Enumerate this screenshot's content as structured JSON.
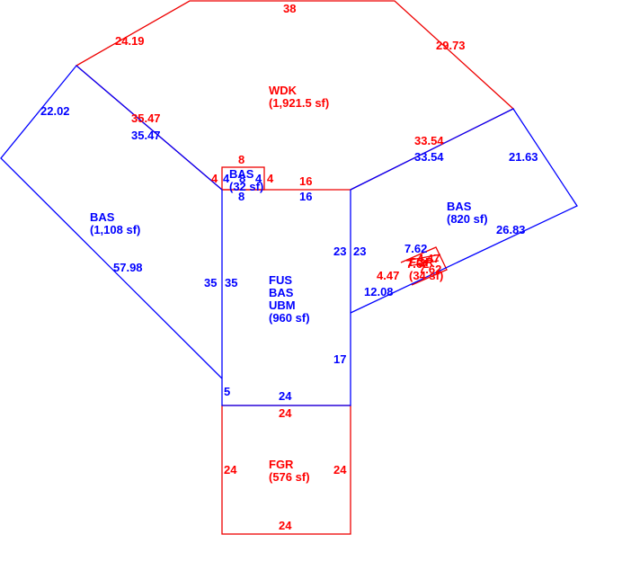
{
  "colors": {
    "primary": "#ff0000",
    "secondary": "#0000ff"
  },
  "areas": {
    "wdk": {
      "code": "WDK",
      "area": "(1,921.5 sf)"
    },
    "bas_left": {
      "code": "BAS",
      "area": "(1,108 sf)"
    },
    "bas_small": {
      "code": "BAS",
      "area": "(32 sf)"
    },
    "main": {
      "code1": "FUS",
      "code2": "BAS",
      "code3": "UBM",
      "area": "(960 sf)"
    },
    "bas_right": {
      "code": "BAS",
      "area": "(820 sf)"
    },
    "bay": {
      "code": "FGR",
      "area": "(34 sf)"
    },
    "fgr": {
      "code": "FGR",
      "area": "(576 sf)"
    }
  },
  "dims": {
    "wdk_top": "38",
    "wdk_upper_left": "24.19",
    "wdk_upper_right": "29.73",
    "wdk_diag_left_red": "35.47",
    "wdk_diag_left_blue": "35.47",
    "wdk_diag_right_red": "33.54",
    "wdk_diag_right_blue": "33.54",
    "left_upper": "22.02",
    "left_lower": "57.98",
    "small_top": "8",
    "small_bottom": "8",
    "small_left_red": "4",
    "small_left_blue": "4",
    "small_mid_blue": "8",
    "small_right_blue": "4",
    "small_right_red": "4",
    "main_top_red": "16",
    "main_top_blue": "16",
    "main_left_outer": "35",
    "main_left_inner": "35",
    "main_right_in": "23",
    "main_right_out": "23",
    "main_right_lower": "17",
    "main_left_bottom": "5",
    "main_bottom_blue": "24",
    "right_top": "21.63",
    "right_right": "26.83",
    "right_left": "12.08",
    "bay_top": "7.62",
    "bay_side_red": "4.47",
    "bay_a": "4.47",
    "bay_b": "7.62",
    "bay_c": "7.62",
    "fgr_top": "24",
    "fgr_left": "24",
    "fgr_right": "24",
    "fgr_bottom": "24"
  }
}
